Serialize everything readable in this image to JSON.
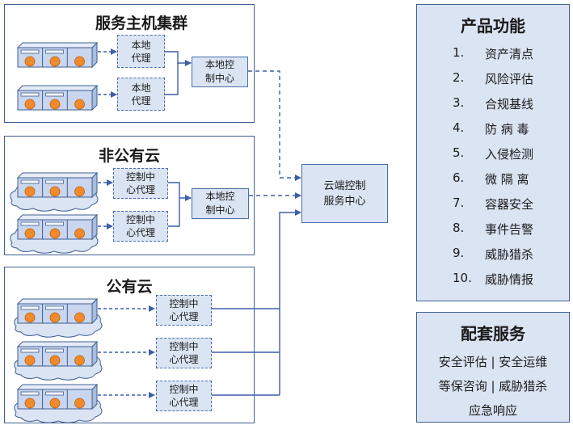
{
  "sections": {
    "host_cluster": {
      "title": "服务主机集群"
    },
    "private_cloud": {
      "title": "非公有云"
    },
    "public_cloud": {
      "title": "公有云"
    }
  },
  "agents": {
    "local_agent_line1": "本地",
    "local_agent_line2": "代理",
    "cloud_agent_line1": "控制中",
    "cloud_agent_line2": "心代理"
  },
  "local_control": {
    "line1": "本地控",
    "line2": "制中心"
  },
  "cloud_control": {
    "line1": "云端控制",
    "line2": "服务中心"
  },
  "product_features": {
    "title": "产品功能",
    "items": [
      {
        "num": "1.",
        "label": "资产清点"
      },
      {
        "num": "2.",
        "label": "风险评估"
      },
      {
        "num": "3.",
        "label": "合规基线"
      },
      {
        "num": "4.",
        "label": "防 病 毒"
      },
      {
        "num": "5.",
        "label": "入侵检测"
      },
      {
        "num": "6.",
        "label": "微 隔 离"
      },
      {
        "num": "7.",
        "label": "容器安全"
      },
      {
        "num": "8.",
        "label": "事件告警"
      },
      {
        "num": "9.",
        "label": "威胁猎杀"
      },
      {
        "num": "10.",
        "label": "威胁情报"
      }
    ]
  },
  "services": {
    "title": "配套服务",
    "lines": [
      "安全评估 | 安全运维",
      "等保咨询 | 威胁猎杀",
      "应急响应"
    ]
  },
  "colors": {
    "border": "#3f5f93",
    "fill": "#dbe4f3",
    "dot": "#f08a2b",
    "line": "#3e5fa8"
  }
}
